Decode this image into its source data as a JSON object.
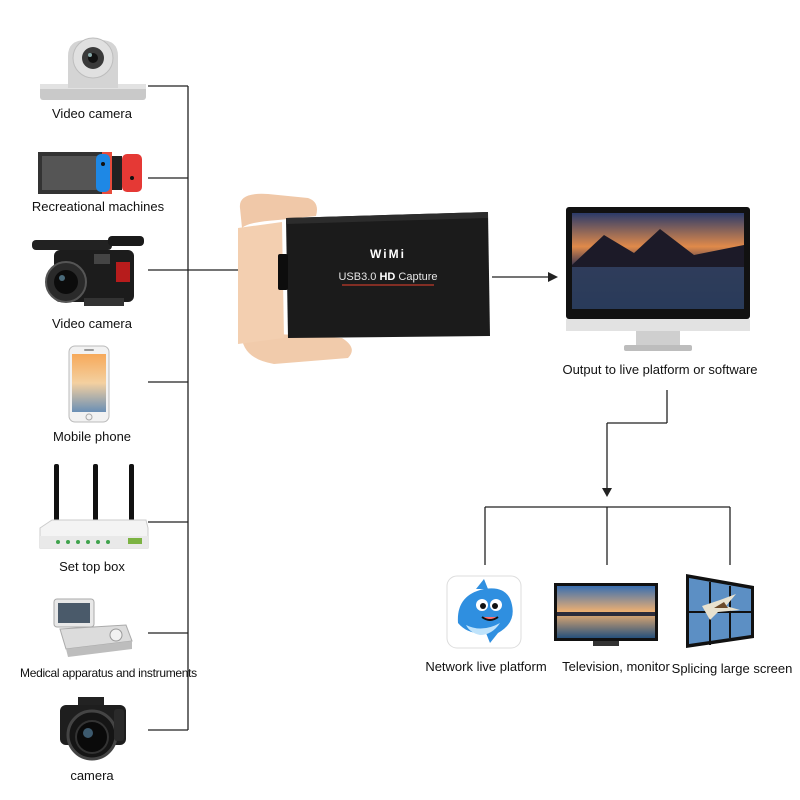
{
  "inputs": [
    {
      "label": "Video camera",
      "icon": "ptz-camera-icon"
    },
    {
      "label": "Recreational machines",
      "icon": "game-console-icon"
    },
    {
      "label": "Video camera",
      "icon": "camcorder-icon"
    },
    {
      "label": "Mobile phone",
      "icon": "mobile-phone-icon"
    },
    {
      "label": "Set top box",
      "icon": "router-icon"
    },
    {
      "label": "Medical apparatus and instruments",
      "icon": "medical-device-icon"
    },
    {
      "label": "camera",
      "icon": "dslr-camera-icon"
    }
  ],
  "device": {
    "brand": "WiMi",
    "model_prefix": "USB3.0",
    "model_hd": "HD",
    "model_suffix": "Capture"
  },
  "output": {
    "label": "Output to live platform or software",
    "icon": "monitor-icon"
  },
  "destinations": [
    {
      "label": "Network live platform",
      "icon": "dolphin-icon"
    },
    {
      "label": "Television, monitor",
      "icon": "television-icon"
    },
    {
      "label": "Splicing large screen",
      "icon": "video-wall-icon"
    }
  ],
  "colors": {
    "line": "#222222",
    "device": "#1b1b1b",
    "accent": "#c0392b"
  }
}
